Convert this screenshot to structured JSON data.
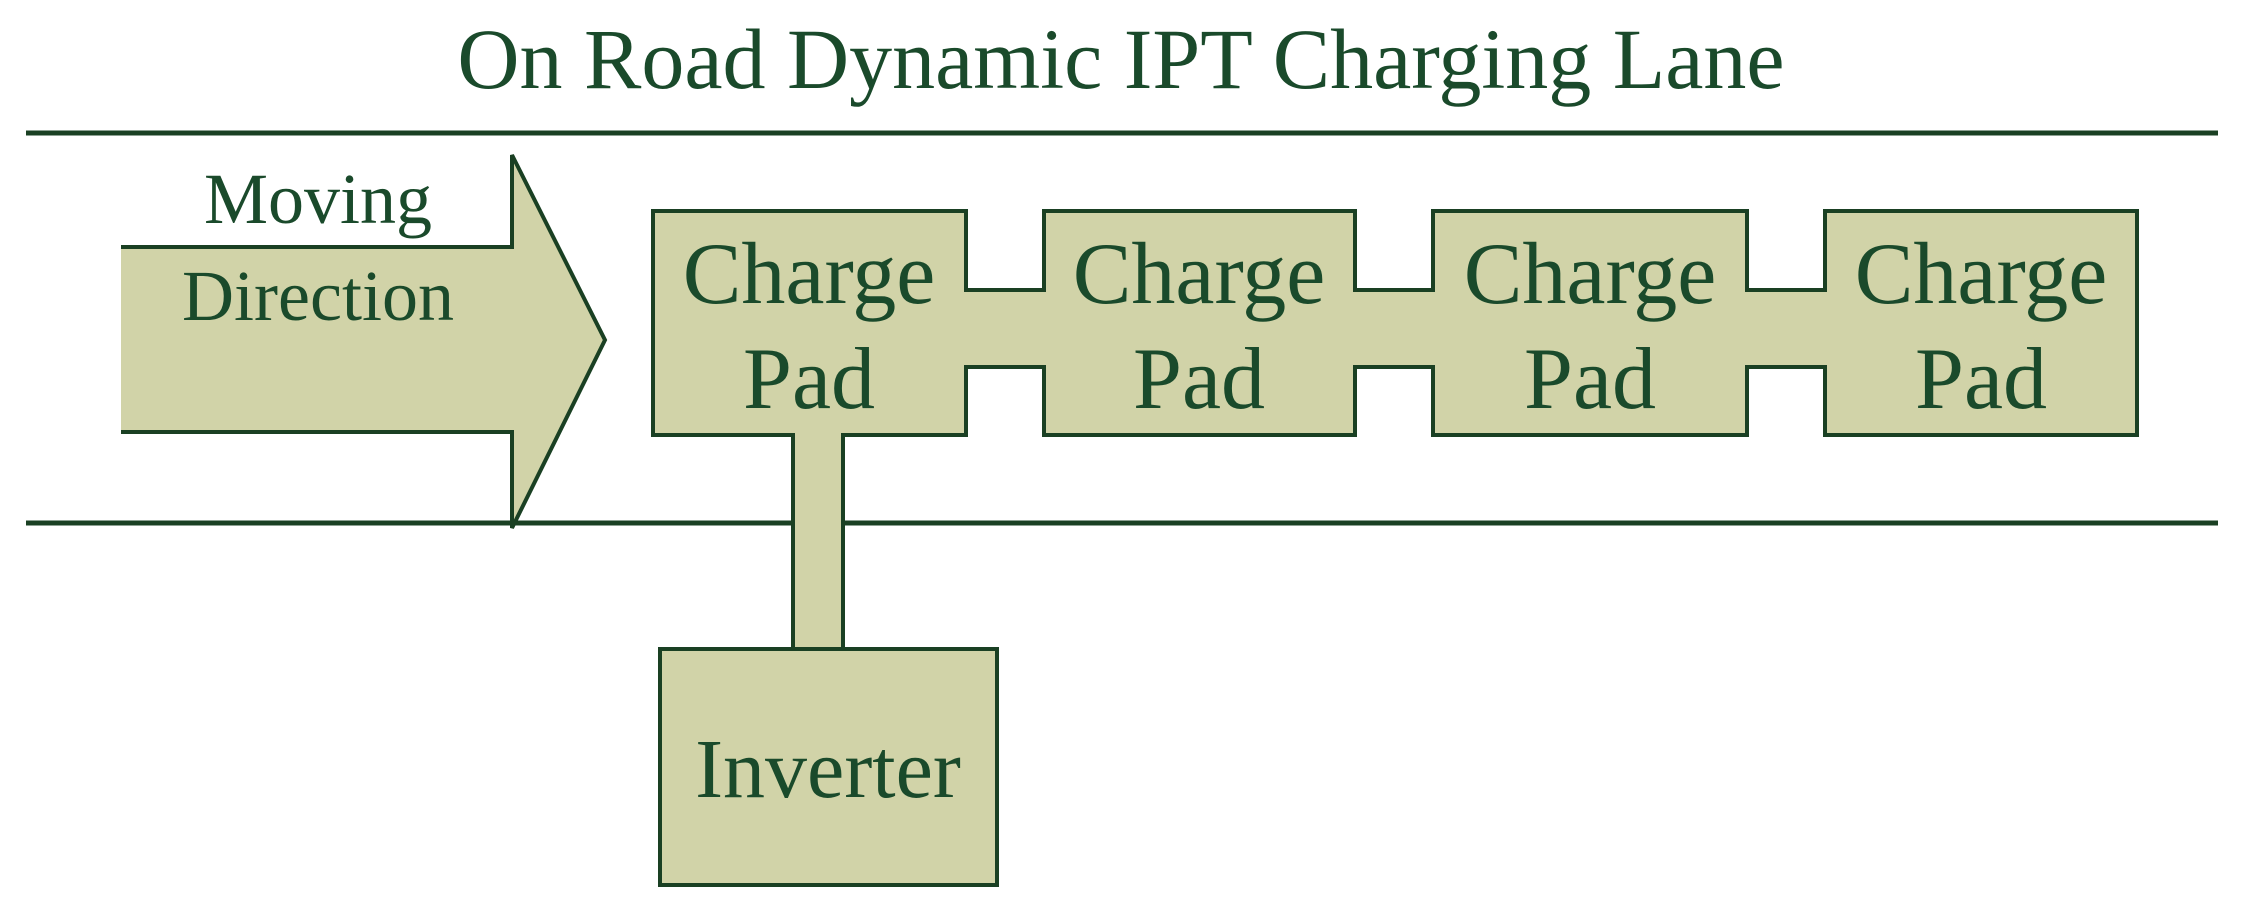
{
  "title": "On Road Dynamic IPT Charging Lane",
  "colors": {
    "shape_fill": "#d1d3a8",
    "shape_stroke": "#1a4023",
    "text": "#1a4a2b",
    "background": "#ffffff"
  },
  "arrow": {
    "name": "moving-direction-arrow",
    "line1": "Moving",
    "line2": "Direction"
  },
  "road": {
    "top_line_label": "road-top-edge",
    "bottom_line_label": "road-bottom-edge"
  },
  "pads": [
    {
      "line1": "Charge",
      "line2": "Pad"
    },
    {
      "line1": "Charge",
      "line2": "Pad"
    },
    {
      "line1": "Charge",
      "line2": "Pad"
    },
    {
      "line1": "Charge",
      "line2": "Pad"
    }
  ],
  "inverter": {
    "label": "Inverter"
  }
}
